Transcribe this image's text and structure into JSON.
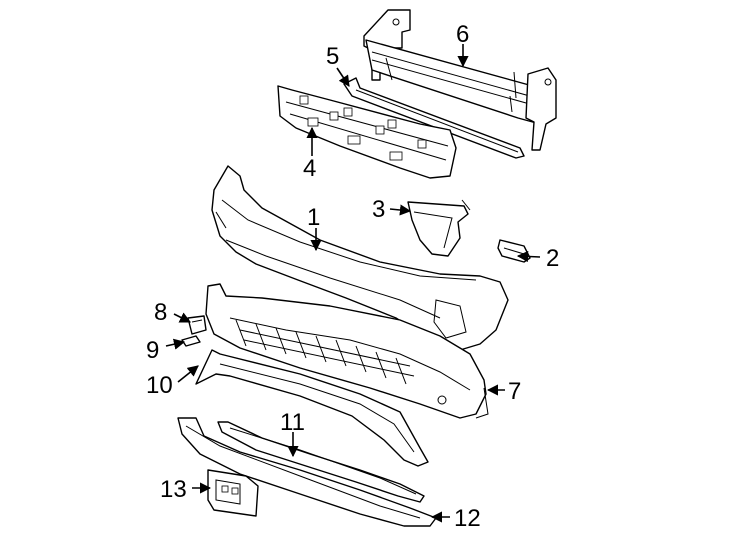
{
  "callouts": [
    {
      "number": "1"
    },
    {
      "number": "2"
    },
    {
      "number": "3"
    },
    {
      "number": "4"
    },
    {
      "number": "5"
    },
    {
      "number": "6"
    },
    {
      "number": "7"
    },
    {
      "number": "8"
    },
    {
      "number": "9"
    },
    {
      "number": "10"
    },
    {
      "number": "11"
    },
    {
      "number": "12"
    },
    {
      "number": "13"
    }
  ]
}
